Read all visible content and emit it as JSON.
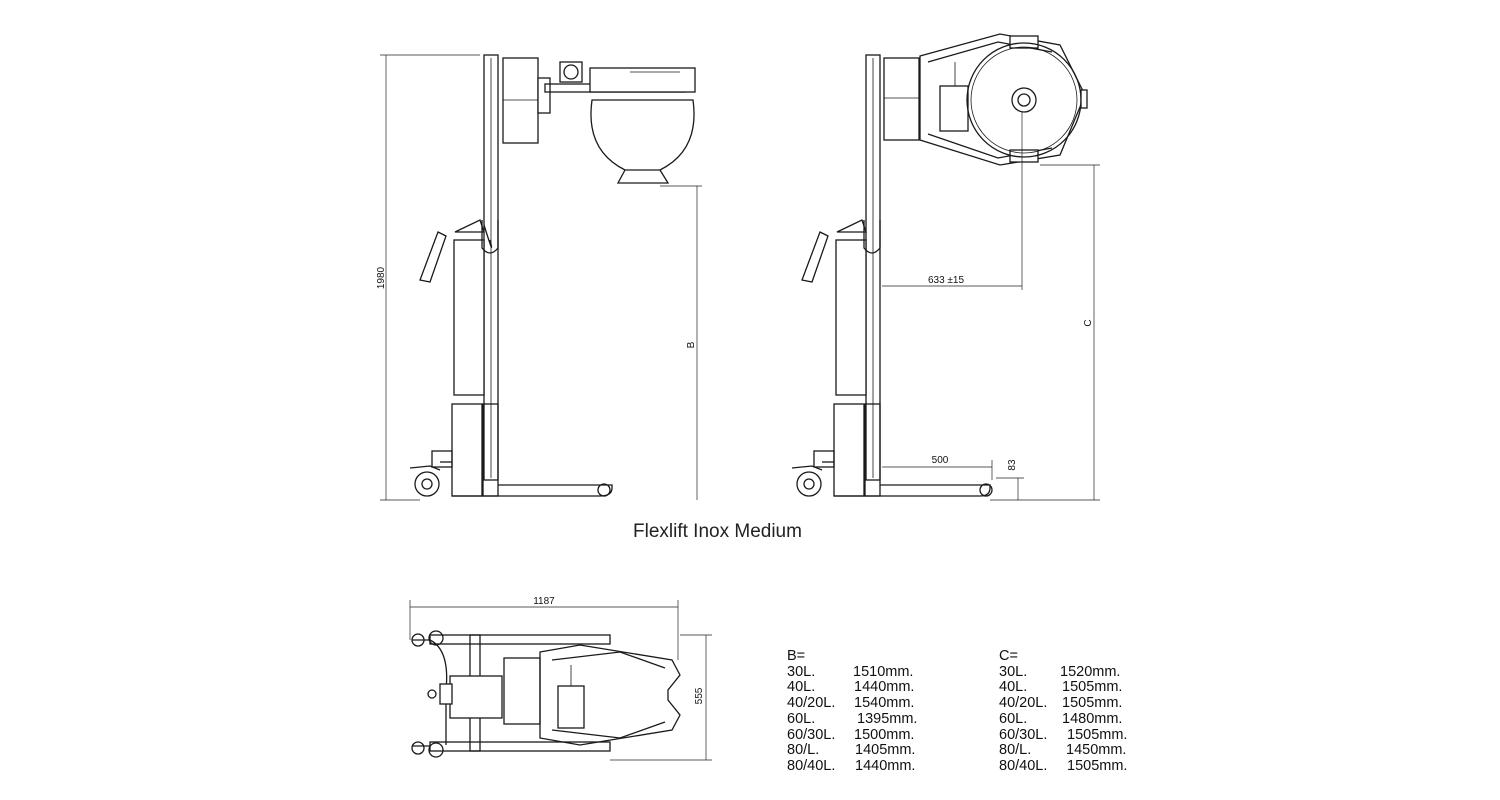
{
  "title": "Flexlift Inox Medium",
  "dimensions": {
    "height": "1980",
    "b_label": "B",
    "c_label": "C",
    "reach": "633 ±15",
    "base_reach": "500",
    "base_height": "83",
    "length": "1187",
    "width": "555"
  },
  "table_b": {
    "header": "B=",
    "rows": [
      {
        "size": "30L.",
        "value": "1510mm."
      },
      {
        "size": "40L.",
        "value": "1440mm."
      },
      {
        "size": "40/20L.",
        "value": "1540mm."
      },
      {
        "size": "60L.",
        "value": "1395mm."
      },
      {
        "size": "60/30L.",
        "value": "1500mm."
      },
      {
        "size": "80/L.",
        "value": "1405mm."
      },
      {
        "size": "80/40L.",
        "value": "1440mm."
      }
    ]
  },
  "table_c": {
    "header": "C=",
    "rows": [
      {
        "size": "30L.",
        "value": "1520mm."
      },
      {
        "size": "40L.",
        "value": "1505mm."
      },
      {
        "size": "40/20L.",
        "value": "1505mm."
      },
      {
        "size": "60L.",
        "value": "1480mm."
      },
      {
        "size": "60/30L.",
        "value": "1505mm."
      },
      {
        "size": "80/L.",
        "value": "1450mm."
      },
      {
        "size": "80/40L.",
        "value": "1505mm."
      }
    ]
  }
}
